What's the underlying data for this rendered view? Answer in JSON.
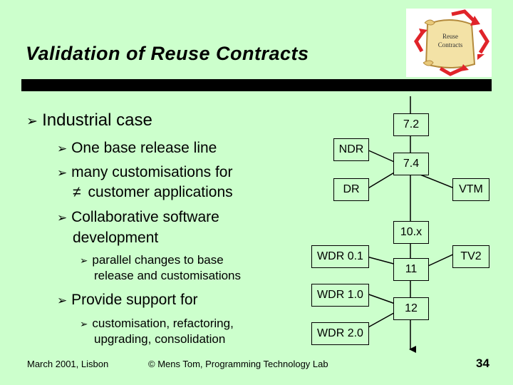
{
  "slide": {
    "title": "Validation of Reuse Contracts",
    "logo_text": [
      "Reuse",
      "Contracts"
    ]
  },
  "bullets": {
    "b1": "Industrial case",
    "b1a": "One base release line",
    "b1b_line1": "many customisations for",
    "b1b_neq": "≠",
    "b1b_line2": "customer applications",
    "b1c_line1": "Collaborative software",
    "b1c_line2": "development",
    "b1c_sub_line1": "parallel changes to base",
    "b1c_sub_line2": "release and customisations",
    "b1d": "Provide support for",
    "b1d_sub_line1": "customisation, refactoring,",
    "b1d_sub_line2": "upgrading, consolidation"
  },
  "diagram": {
    "left_boxes": [
      "NDR",
      "DR",
      "WDR 0.1",
      "WDR 1.0",
      "WDR 2.0"
    ],
    "main_line": [
      "7.2",
      "7.4",
      "10.x",
      "11",
      "12"
    ],
    "right_boxes": [
      "VTM",
      "TV2"
    ]
  },
  "footer": {
    "left": "March 2001, Lisbon",
    "center": "© Mens Tom, Programming Technology Lab",
    "page": "34"
  }
}
